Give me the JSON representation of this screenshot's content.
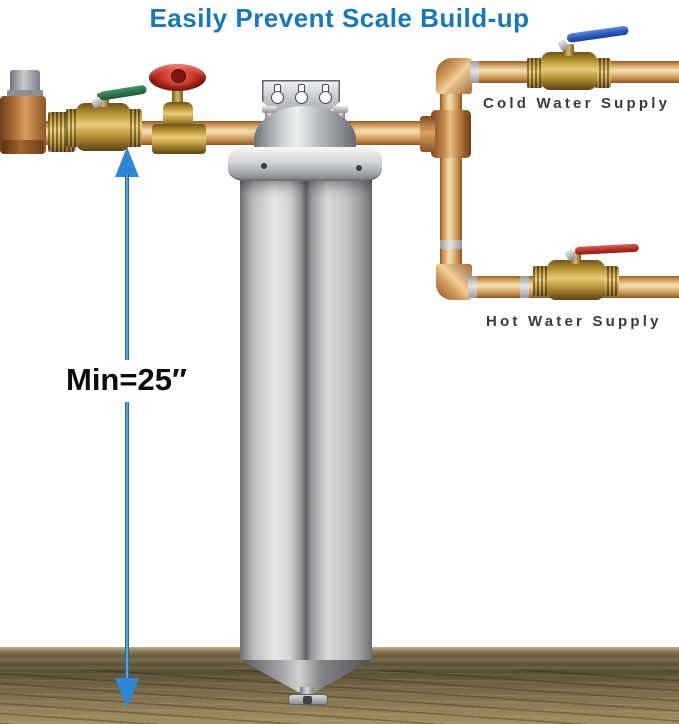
{
  "title": {
    "text": "Easily Prevent Scale Build-up"
  },
  "diagram": {
    "labels": {
      "cold_supply": "Cold Water Supply",
      "hot_supply": "Hot Water Supply",
      "min_clearance": "Min=25″"
    },
    "components": {
      "inlet_fitting": "bronze-inlet-fitting",
      "shutoff_valve": "brass-ball-valve-green-handle",
      "gate_valve": "gate-valve-red-handwheel",
      "filter_housing": "stainless-steel-filter-housing",
      "mounting_bracket": "metal-bracket-3-keyhole-slots",
      "cold_valve": "brass-ball-valve-blue-handle",
      "hot_valve": "brass-ball-valve-red-handle",
      "drain": "bottom-drain-fitting",
      "measure_arrow": "vertical-double-arrow-floor-clearance"
    }
  },
  "colors": {
    "title_blue": "#1878be",
    "arrow_blue": "#2e86d6",
    "copper_pipe": "#d9a968",
    "brass_valve": "#c8a246",
    "steel_body": "#c9cacc",
    "handle_green": "#2c7a50",
    "handle_blue": "#2f5cc0",
    "handle_red": "#b7322a",
    "wheel_red": "#c62f24",
    "label_text": "#3b3b3b",
    "floor_wood": "#857550"
  }
}
